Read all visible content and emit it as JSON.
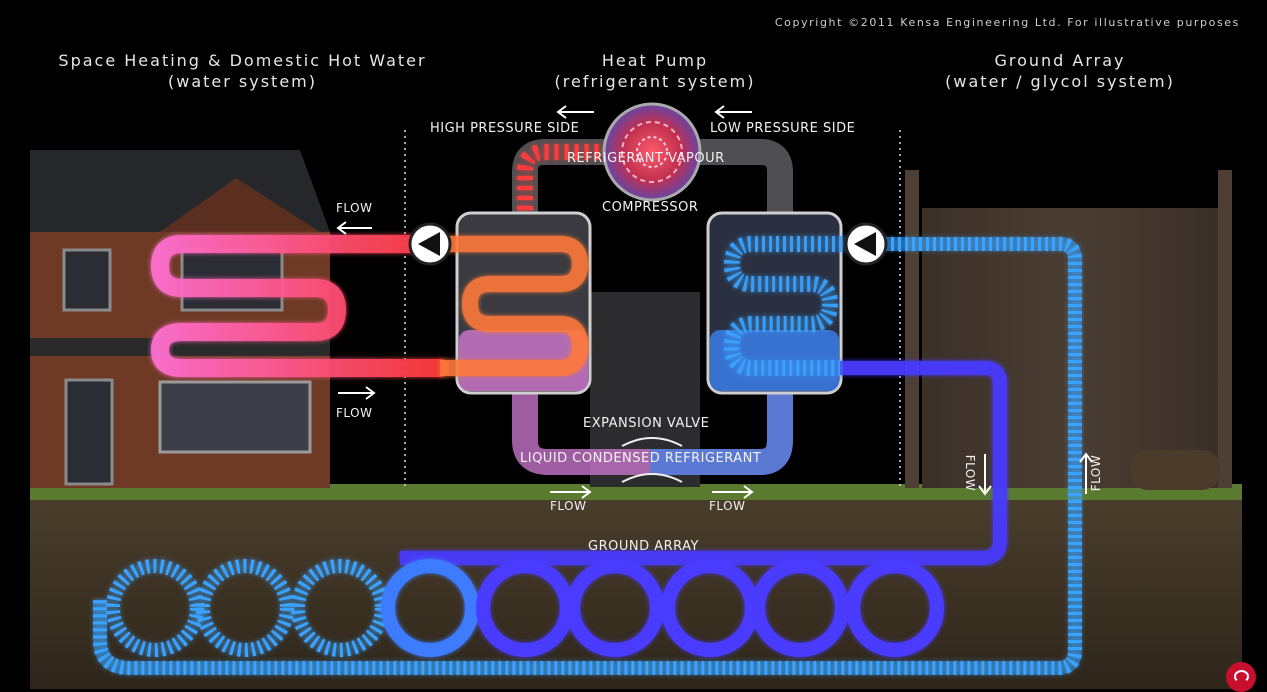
{
  "header": {
    "copyright": "Copyright ©2011 Kensa Engineering Ltd. For illustrative purposes",
    "left_title": "Space Heating & Domestic Hot Water",
    "left_subtitle": "(water system)",
    "center_title": "Heat Pump",
    "center_subtitle": "(refrigerant system)",
    "right_title": "Ground Array",
    "right_subtitle": "(water / glycol system)"
  },
  "labels": {
    "high_pressure": "HIGH PRESSURE SIDE",
    "low_pressure": "LOW PRESSURE SIDE",
    "refrigerant_vapour": "REFRIGERANT VAPOUR",
    "compressor": "COMPRESSOR",
    "expansion_valve": "EXPANSION VALVE",
    "liquid_condensed": "LIQUID CONDENSED REFRIGERANT",
    "ground_array": "GROUND ARRAY",
    "flow": "FLOW"
  },
  "colors": {
    "hot_red": "#ff3b3b",
    "warm_pink": "#e06ad8",
    "cold_blue": "#3aa3ff",
    "deep_blue": "#4a3bff",
    "background": "#000000",
    "soil": "#3a3023",
    "grass": "#5a7a30",
    "brick": "#6e3a25"
  },
  "icons": [
    "arrow-left-icon",
    "arrow-right-icon",
    "arrow-down-icon",
    "arrow-up-icon",
    "pump-arrow-icon",
    "logo-icon"
  ]
}
